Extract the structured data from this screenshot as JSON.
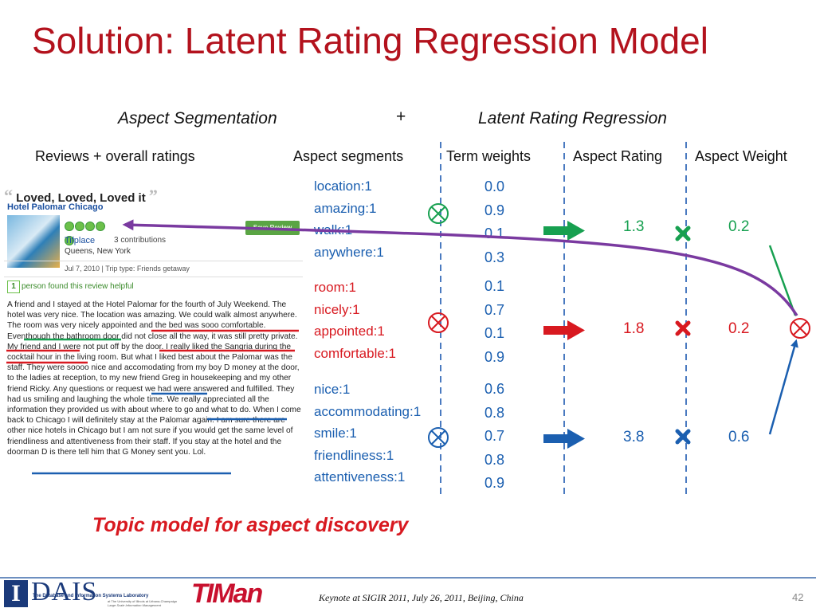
{
  "slide": {
    "title": "Solution: Latent Rating Regression Model",
    "heading_left": "Aspect Segmentation",
    "heading_plus": "+",
    "heading_right": "Latent Rating Regression",
    "columns": {
      "reviews": "Reviews  + overall ratings",
      "segments": "Aspect segments",
      "term_weights": "Term weights",
      "aspect_rating": "Aspect Rating",
      "aspect_weight": "Aspect Weight"
    },
    "aspects": [
      {
        "terms": [
          "location:1",
          "amazing:1",
          "walk:1",
          "anywhere:1"
        ],
        "weights": [
          "0.0",
          "0.9",
          "0.1",
          "0.3"
        ],
        "rating": "1.3",
        "weight": "0.2",
        "color": "#17a050"
      },
      {
        "terms": [
          "room:1",
          "nicely:1",
          "appointed:1",
          "comfortable:1"
        ],
        "weights": [
          "0.1",
          "0.7",
          "0.1",
          "0.9"
        ],
        "rating": "1.8",
        "weight": "0.2",
        "color": "#d81920"
      },
      {
        "terms": [
          "nice:1",
          "accommodating:1",
          "smile:1",
          "friendliness:1",
          "attentiveness:1"
        ],
        "weights": [
          "0.6",
          "0.8",
          "0.7",
          "0.8",
          "0.9"
        ],
        "rating": "3.8",
        "weight": "0.6",
        "color": "#1b5fb0"
      }
    ],
    "caption": "Topic model for aspect discovery",
    "footer": "Keynote at SIGIR 2011,  July 26, 2011, Beijing, China",
    "page_number": "42",
    "logos": {
      "dais": "DAIS",
      "dais_sub": "The Database and Information Systems Laboratory",
      "dais_sub2": "at The University of Illinois at Urbana-Champaign",
      "dais_sub3": "Large Scale Information Management",
      "timan": "TIMan"
    },
    "colors": {
      "title": "#b3121d",
      "blue": "#1b5fb0",
      "red": "#d81920",
      "green": "#17a050",
      "arc": "#7a3aa0",
      "dash": "#4a7ac0"
    }
  },
  "review": {
    "title": "Loved, Loved, Loved it",
    "hotel": "Hotel Palomar Chicago",
    "rating_bubbles": 5,
    "save_label": "Save Review",
    "user": "Tifplace",
    "contributions": "3 contributions",
    "location": "Queens, New York",
    "date_trip": "Jul 7, 2010 | Trip type: Friends getaway",
    "helpful_count": "1",
    "helpful_text": "person found this review helpful",
    "body": "A friend and I stayed at the Hotel Palomar for the fourth of July Weekend. The hotel was very nice. The location was amazing. We could walk almost anywhere. The room was very nicely appointed and the bed was sooo comfortable. Eventhough the bathroom door did not close all the way, it was still pretty private. My friend and I were not put off by the door. I really liked the Sangria during the cocktail hour in the living room. But what I liked best about the Palomar was the staff. They were soooo nice and accomodating from my boy D money at the door, to the ladies at reception, to my new friend Greg in housekeeping and my other friend Ricky. Any questions or request we had were answered and fulfilled. They had us smiling and laughing the whole time. We really appreciated all the information they provided us with about where to go and what to do. When I come back to Chicago I will definitely stay at the Palomar again. I am sure there are other nice hotels in Chicago but I am not sure if you would get the same level of friendliness and attentiveness from their staff. If you stay at the hotel and the doorman D is there tell him that G Money sent you. Lol."
  }
}
